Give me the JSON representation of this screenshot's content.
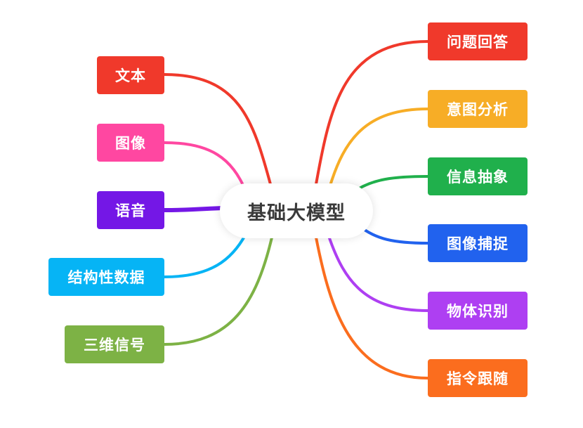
{
  "center": {
    "label": "基础大模型"
  },
  "inputs": [
    {
      "label": "文本",
      "color": "#f0392b"
    },
    {
      "label": "图像",
      "color": "#ff47a1"
    },
    {
      "label": "语音",
      "color": "#7417e6"
    },
    {
      "label": "结构性数据",
      "color": "#06b4f5"
    },
    {
      "label": "三维信号",
      "color": "#7db245"
    }
  ],
  "outputs": [
    {
      "label": "问题回答",
      "color": "#f0392b"
    },
    {
      "label": "意图分析",
      "color": "#f7ad26"
    },
    {
      "label": "信息抽象",
      "color": "#20b04c"
    },
    {
      "label": "图像捕捉",
      "color": "#2162ee"
    },
    {
      "label": "物体识别",
      "color": "#ae3ff2"
    },
    {
      "label": "指令跟随",
      "color": "#fb6d1e"
    }
  ]
}
